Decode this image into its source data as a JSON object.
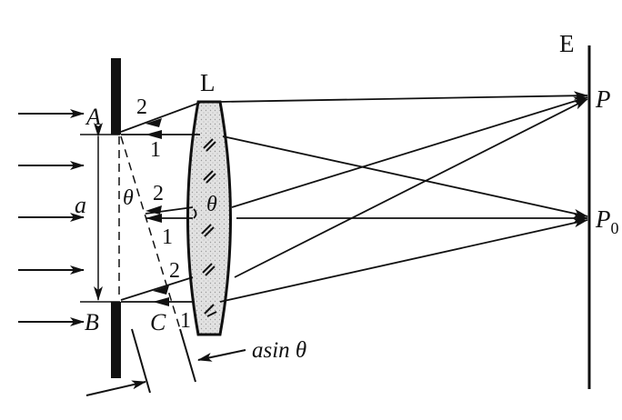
{
  "labels": {
    "screen": "E",
    "lens": "L",
    "point_p": "P",
    "point_p0": "P",
    "point_p0_sub": "0",
    "point_a": "A",
    "point_b": "B",
    "point_c": "C",
    "slit_width": "a",
    "theta_slit": "θ",
    "theta_lens": "θ",
    "path_difference": "asin θ",
    "ray_2_top": "2",
    "ray_1_top": "1",
    "ray_2_mid": "2",
    "ray_1_mid": "1",
    "ray_2_bottom": "2",
    "ray_1_bottom": "1"
  },
  "colors": {
    "ink": "#111111",
    "lens_fill": "#d8d8d8"
  }
}
